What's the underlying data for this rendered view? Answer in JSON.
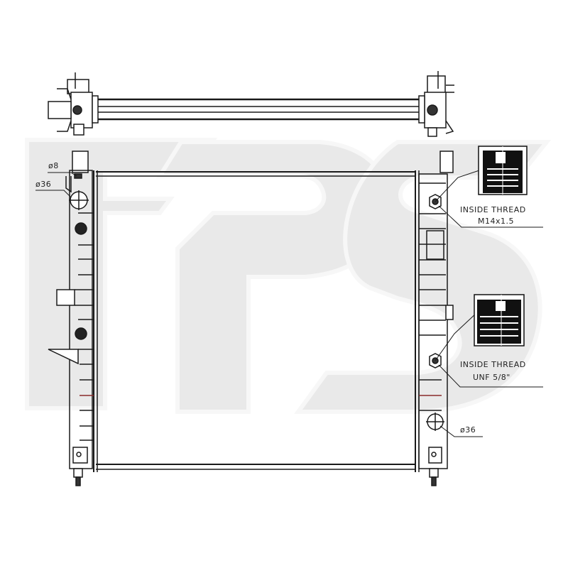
{
  "drawing": {
    "subject": "radiator",
    "watermark": {
      "text": "FPS",
      "fill": "#e8e8e8",
      "outline": "#f6f6f6"
    },
    "line_color": "#1a1a1a",
    "background": "#ffffff"
  },
  "labels": {
    "dia_8": "ø8",
    "dia_36_top_left": "ø36",
    "dia_36_bottom_right": "ø36",
    "thread_upper_line1": "INSIDE THREAD",
    "thread_upper_line2": "M14x1.5",
    "thread_lower_line1": "INSIDE THREAD",
    "thread_lower_line2": "UNF 5/8\""
  }
}
